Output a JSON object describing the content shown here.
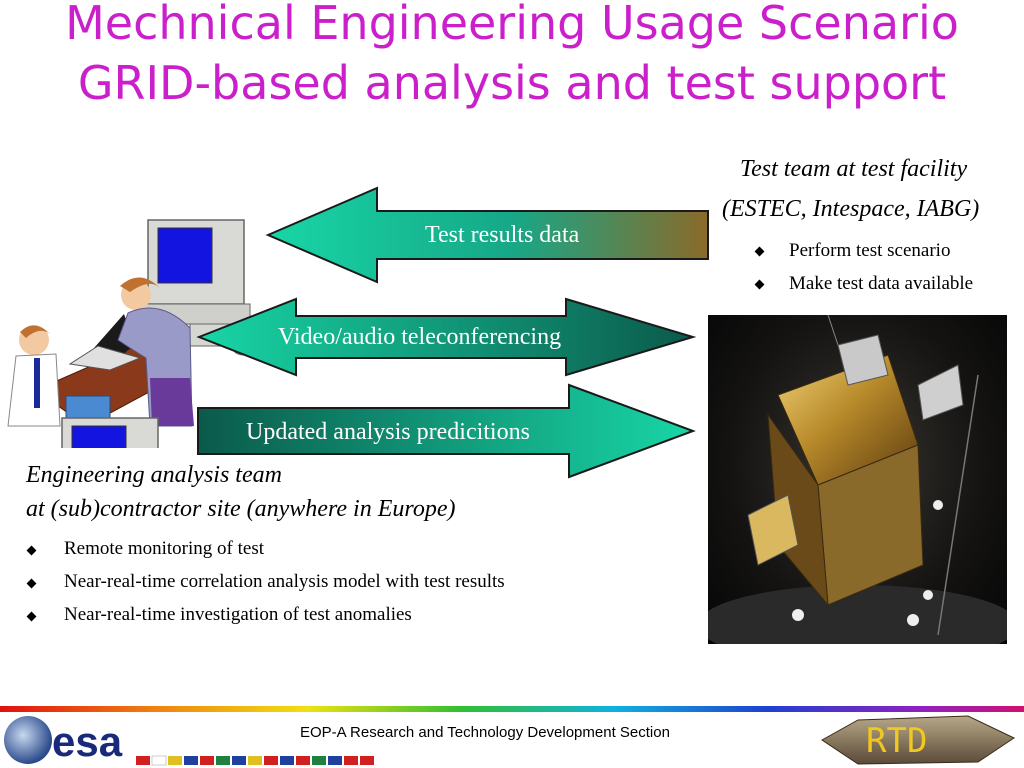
{
  "slide": {
    "title_line1": "Mechnical Engineering Usage Scenario",
    "title_line2": "GRID-based analysis and test support"
  },
  "arrows": {
    "test_results": "Test results data",
    "video_audio": "Video/audio teleconferencing",
    "updated_analysis": "Updated analysis predicitions"
  },
  "test_team": {
    "heading_line1": "Test team at test facility",
    "heading_line2": "(ESTEC, Intespace, IABG)",
    "bullets": [
      "Perform test scenario",
      "Make test data available"
    ]
  },
  "engineering_team": {
    "heading_line1": "Engineering analysis team",
    "heading_line2": "at (sub)contractor site (anywhere in Europe)",
    "bullets": [
      "Remote monitoring of test",
      "Near-real-time correlation analysis model with test results",
      "Near-real-time investigation of test anomalies"
    ]
  },
  "footer": {
    "text": "EOP-A Research and Technology Development Section",
    "esa_logo_text": "esa",
    "rtd_logo_text": "RTD"
  },
  "colors": {
    "title": "#cc1fcc",
    "arrow_green_light": "#18d6a6",
    "arrow_green_dark": "#0b5a4b",
    "arrow_brown": "#8a6a2a"
  }
}
